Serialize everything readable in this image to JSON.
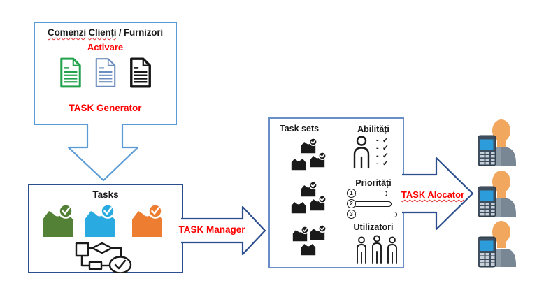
{
  "generator_box": {
    "title_word1": "Comenzi",
    "title_word2": "Clienți",
    "title_rest": "/ Furnizori",
    "activare": "Activare",
    "label": "TASK Generator",
    "doc_colors": {
      "green": "#22A24C",
      "blue": "#6C8EBF",
      "black": "#151515"
    }
  },
  "tasks_box": {
    "title": "Tasks",
    "tray_colors": {
      "green": "#538135",
      "blue": "#29ABE2",
      "orange": "#ED7D31"
    }
  },
  "manager_label": "TASK Manager",
  "task_sets_box": {
    "title": "Task sets",
    "abilities_label": "Abilități",
    "abilities_checks": [
      "- ✓",
      "- ✓",
      "- ✓",
      "- ✓"
    ],
    "priorities_label": "Priorități",
    "priorities_numbers": [
      "1",
      "2",
      "3"
    ],
    "users_label": "Utilizatori"
  },
  "alocator_label": "TASK Alocator",
  "colors": {
    "red_text": "#FF0000",
    "generator_box_border": "#5B9BD5",
    "tasks_box_border": "#2C4E8E",
    "task_sets_box_border": "#6A8FC7",
    "arrow_light_blue": "#5B9BD5",
    "arrow_dark_blue": "#2C4E8E",
    "icon_black": "#1A1A1A",
    "person_head": "#F2A75F",
    "person_body": "#8D9BA6",
    "person_body_dark": "#798794",
    "phone_body": "#3E4E5E",
    "phone_screen": "#2D9CDB",
    "phone_keys": "#C7D0D8"
  }
}
